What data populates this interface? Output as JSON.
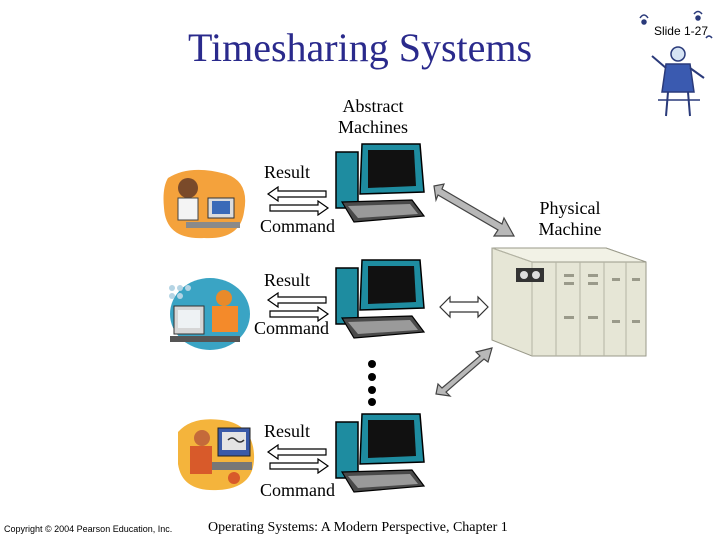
{
  "slide": {
    "title": "Timesharing Systems",
    "number": "Slide 1-27",
    "footer_left": "Copyright © 2004 Pearson Education, Inc.",
    "footer_center": "Operating Systems: A Modern Perspective, Chapter 1"
  },
  "diagram": {
    "abstract_machines_line1": "Abstract",
    "abstract_machines_line2": "Machines",
    "physical_machine_line1": "Physical",
    "physical_machine_line2": "Machine",
    "users": [
      {
        "result_label": "Result",
        "command_label": "Command"
      },
      {
        "result_label": "Result",
        "command_label": "Command"
      },
      {
        "result_label": "Result",
        "command_label": "Command"
      }
    ]
  },
  "colors": {
    "title": "#2a2a8c",
    "terminal_teal": "#1e8ca0",
    "arrow_gray": "#9a9a9a",
    "mainframe": "#e6e6d6"
  }
}
